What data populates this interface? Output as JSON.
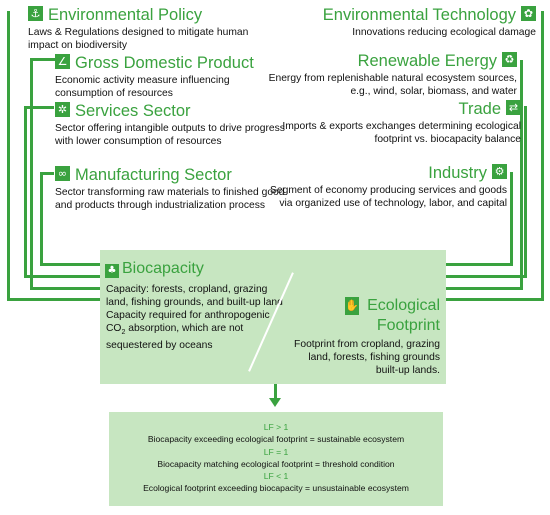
{
  "left_factors": [
    {
      "title": "Environmental Policy",
      "icon": "anchor-icon",
      "glyph": "⚓",
      "desc": "Laws & Regulations designed to mitigate human impact on biodiversity"
    },
    {
      "title": "Gross Domestic Product",
      "icon": "line-chart-icon",
      "glyph": "∠",
      "desc": "Economic activity measure influencing consumption of resources"
    },
    {
      "title": "Services Sector",
      "icon": "network-icon",
      "glyph": "✲",
      "desc": "Sector offering intangible outputs to drive progress with lower consumption of resources"
    },
    {
      "title": "Manufacturing Sector",
      "icon": "infinity-icon",
      "glyph": "∞",
      "desc": "Sector transforming raw materials to finished good and products through industrialization process"
    }
  ],
  "right_factors": [
    {
      "title": "Environmental Technology",
      "icon": "technology-icon",
      "glyph": "✿",
      "desc": "Innovations reducing ecological damage"
    },
    {
      "title": "Renewable Energy",
      "icon": "recycle-icon",
      "glyph": "♻",
      "desc": "Energy from replenishable natural ecosystem sources, e.g., wind, solar, biomass, and water"
    },
    {
      "title": "Trade",
      "icon": "trade-icon",
      "glyph": "⇄",
      "desc": "Imports & exports exchanges determining ecological footprint vs. biocapacity balance"
    },
    {
      "title": "Industry",
      "icon": "industry-icon",
      "glyph": "⚙",
      "desc": "Segment of economy producing services and goods via organized use of technology, labor, and capital"
    }
  ],
  "biocapacity": {
    "title": "Biocapacity",
    "icon": "tree-icon",
    "glyph": "♣",
    "capacity_text": "Capacity: forests, cropland, grazing land, fishing grounds, and built-up land",
    "absorption_text_a": "Capacity required for anthropogenic CO",
    "absorption_sub": "2",
    "absorption_text_b": " absorption, which are not sequestered by oceans"
  },
  "footprint": {
    "title_line1": "Ecological",
    "title_line2": "Footprint",
    "icon": "footprint-icon",
    "glyph": "✋",
    "text": "Footprint from cropland, grazing land, forests, fishing grounds built-up lands."
  },
  "lf_conditions": [
    {
      "condition": "LF > 1",
      "text": "Biocapacity exceeding ecological footprint = sustainable ecosystem"
    },
    {
      "condition": "LF = 1",
      "text": "Biocapacity matching ecological footprint = threshold condition"
    },
    {
      "condition": "LF < 1",
      "text": "Ecological footprint exceeding biocapacity = unsustainable ecosystem"
    }
  ],
  "colors": {
    "accent": "#3aa23f",
    "box_fill": "#c7e6c1"
  }
}
